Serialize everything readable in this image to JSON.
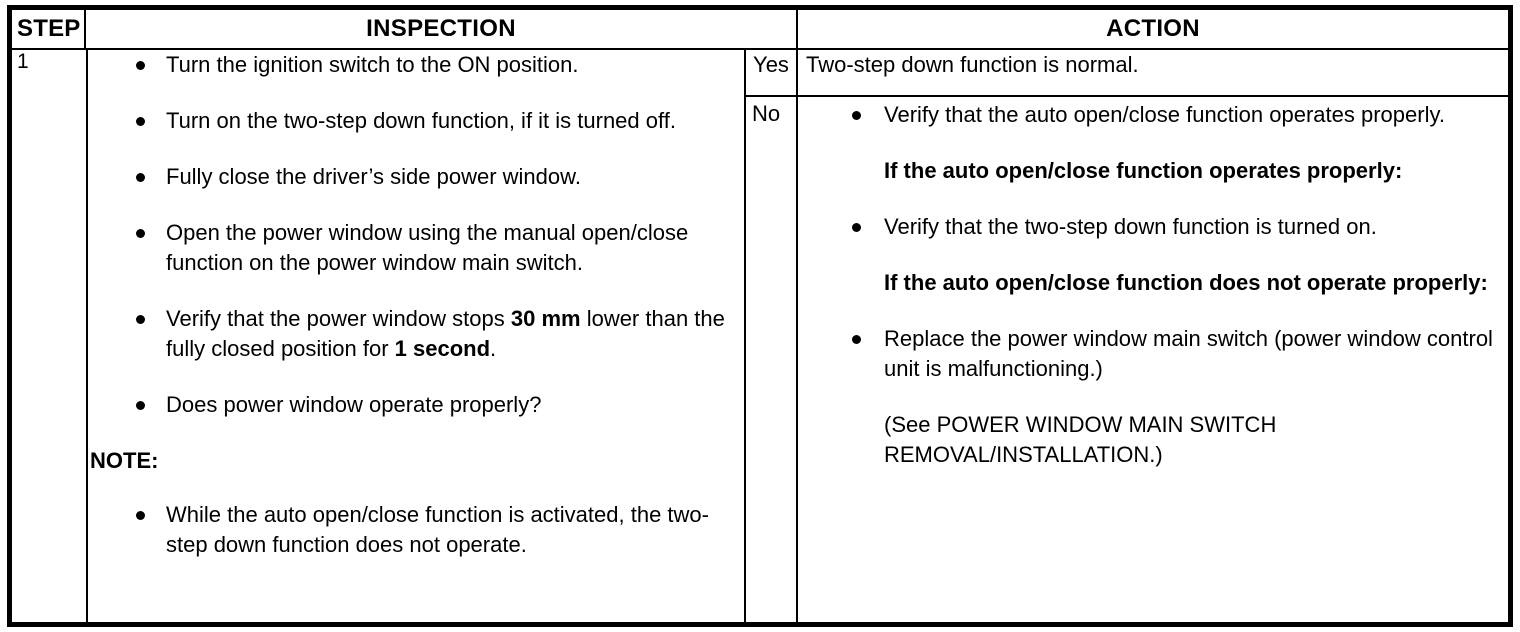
{
  "table": {
    "headers": {
      "step": "STEP",
      "inspection": "INSPECTION",
      "action": "ACTION"
    },
    "step_number": "1",
    "inspection": {
      "bullets": [
        "Turn the ignition switch to the ON position.",
        "Turn on the two-step down function, if it is turned off.",
        "Fully close the driver’s side power window.",
        "Open the power window using the manual open/close function on the power window main switch."
      ],
      "bullet_measure_prefix": "Verify that the power window stops ",
      "bullet_measure_value": "30 mm",
      "bullet_measure_middle": " lower than the fully closed position for ",
      "bullet_measure_time": "1 second",
      "bullet_measure_suffix": ".",
      "bullet_question": "Does power window operate properly?",
      "note_label": "NOTE:",
      "note_bullets": [
        "While the auto open/close function is activated, the two-step down function does not operate."
      ]
    },
    "action": {
      "yes_label": "Yes",
      "yes_text": "Two-step down function is normal.",
      "no_label": "No",
      "no_items": [
        {
          "kind": "bullet",
          "text": "Verify that the auto open/close function operates properly."
        },
        {
          "kind": "bold",
          "text": "If the auto open/close function operates properly:"
        },
        {
          "kind": "bullet",
          "text": "Verify that the two-step down function is turned on."
        },
        {
          "kind": "bold",
          "text": "If the auto open/close function does not operate properly:"
        },
        {
          "kind": "bullet",
          "text": "Replace the power window main switch (power window control unit is malfunctioning.)"
        },
        {
          "kind": "plain",
          "text": "(See POWER WINDOW MAIN SWITCH REMOVAL/INSTALLATION.)"
        }
      ]
    }
  },
  "colors": {
    "border": "#000000",
    "text": "#000000",
    "background": "#ffffff"
  }
}
